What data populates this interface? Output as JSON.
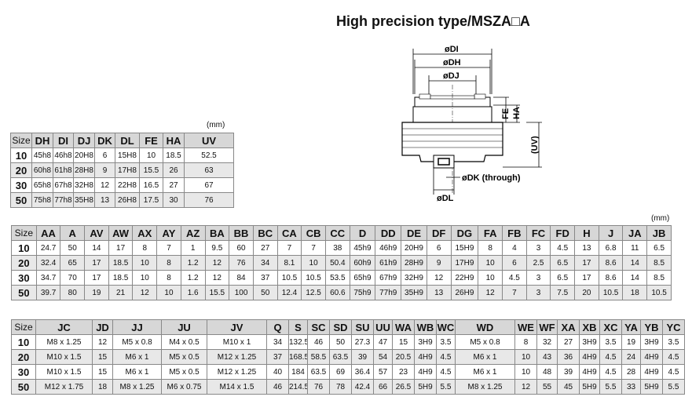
{
  "title": "High precision type/MSZA□A",
  "unit": "(mm)",
  "drawing": {
    "labels": [
      "øDI",
      "øDH",
      "øDJ",
      "FE",
      "HA",
      "(UV)",
      "øDK (through)",
      "øDL"
    ]
  },
  "tables": [
    {
      "headers": [
        "Size",
        "DH",
        "DI",
        "DJ",
        "DK",
        "DL",
        "FE",
        "HA",
        "UV"
      ],
      "rows": [
        [
          "10",
          "45h8",
          "46h8",
          "20H8",
          "6",
          "15H8",
          "10",
          "18.5",
          "52.5"
        ],
        [
          "20",
          "60h8",
          "61h8",
          "28H8",
          "9",
          "17H8",
          "15.5",
          "26",
          "63"
        ],
        [
          "30",
          "65h8",
          "67h8",
          "32H8",
          "12",
          "22H8",
          "16.5",
          "27",
          "67"
        ],
        [
          "50",
          "75h8",
          "77h8",
          "35H8",
          "13",
          "26H8",
          "17.5",
          "30",
          "76"
        ]
      ]
    },
    {
      "headers": [
        "Size",
        "AA",
        "A",
        "AV",
        "AW",
        "AX",
        "AY",
        "AZ",
        "BA",
        "BB",
        "BC",
        "CA",
        "CB",
        "CC",
        "D",
        "DD",
        "DE",
        "DF",
        "DG",
        "FA",
        "FB",
        "FC",
        "FD",
        "H",
        "J",
        "JA",
        "JB"
      ],
      "rows": [
        [
          "10",
          "24.7",
          "50",
          "14",
          "17",
          "8",
          "7",
          "1",
          "9.5",
          "60",
          "27",
          "7",
          "7",
          "38",
          "45h9",
          "46h9",
          "20H9",
          "6",
          "15H9",
          "8",
          "4",
          "3",
          "4.5",
          "13",
          "6.8",
          "11",
          "6.5"
        ],
        [
          "20",
          "32.4",
          "65",
          "17",
          "18.5",
          "10",
          "8",
          "1.2",
          "12",
          "76",
          "34",
          "8.1",
          "10",
          "50.4",
          "60h9",
          "61h9",
          "28H9",
          "9",
          "17H9",
          "10",
          "6",
          "2.5",
          "6.5",
          "17",
          "8.6",
          "14",
          "8.5"
        ],
        [
          "30",
          "34.7",
          "70",
          "17",
          "18.5",
          "10",
          "8",
          "1.2",
          "12",
          "84",
          "37",
          "10.5",
          "10.5",
          "53.5",
          "65h9",
          "67h9",
          "32H9",
          "12",
          "22H9",
          "10",
          "4.5",
          "3",
          "6.5",
          "17",
          "8.6",
          "14",
          "8.5"
        ],
        [
          "50",
          "39.7",
          "80",
          "19",
          "21",
          "12",
          "10",
          "1.6",
          "15.5",
          "100",
          "50",
          "12.4",
          "12.5",
          "60.6",
          "75h9",
          "77h9",
          "35H9",
          "13",
          "26H9",
          "12",
          "7",
          "3",
          "7.5",
          "20",
          "10.5",
          "18",
          "10.5"
        ]
      ]
    },
    {
      "headers": [
        "Size",
        "JC",
        "JD",
        "JJ",
        "JU",
        "JV",
        "Q",
        "S",
        "SC",
        "SD",
        "SU",
        "UU",
        "WA",
        "WB",
        "WC",
        "WD",
        "WE",
        "WF",
        "XA",
        "XB",
        "XC",
        "YA",
        "YB",
        "YC"
      ],
      "rows": [
        [
          "10",
          "M8 x 1.25",
          "12",
          "M5 x 0.8",
          "M4 x 0.5",
          "M10 x 1",
          "34",
          "132.5",
          "46",
          "50",
          "27.3",
          "47",
          "15",
          "3H9",
          "3.5",
          "M5 x 0.8",
          "8",
          "32",
          "27",
          "3H9",
          "3.5",
          "19",
          "3H9",
          "3.5"
        ],
        [
          "20",
          "M10 x 1.5",
          "15",
          "M6 x 1",
          "M5 x 0.5",
          "M12 x 1.25",
          "37",
          "168.5",
          "58.5",
          "63.5",
          "39",
          "54",
          "20.5",
          "4H9",
          "4.5",
          "M6 x 1",
          "10",
          "43",
          "36",
          "4H9",
          "4.5",
          "24",
          "4H9",
          "4.5"
        ],
        [
          "30",
          "M10 x 1.5",
          "15",
          "M6 x 1",
          "M5 x 0.5",
          "M12 x 1.25",
          "40",
          "184",
          "63.5",
          "69",
          "36.4",
          "57",
          "23",
          "4H9",
          "4.5",
          "M6 x 1",
          "10",
          "48",
          "39",
          "4H9",
          "4.5",
          "28",
          "4H9",
          "4.5"
        ],
        [
          "50",
          "M12 x 1.75",
          "18",
          "M8 x 1.25",
          "M6 x 0.75",
          "M14 x 1.5",
          "46",
          "214.5",
          "76",
          "78",
          "42.4",
          "66",
          "26.5",
          "5H9",
          "5.5",
          "M8 x 1.25",
          "12",
          "55",
          "45",
          "5H9",
          "5.5",
          "33",
          "5H9",
          "5.5"
        ]
      ]
    }
  ]
}
